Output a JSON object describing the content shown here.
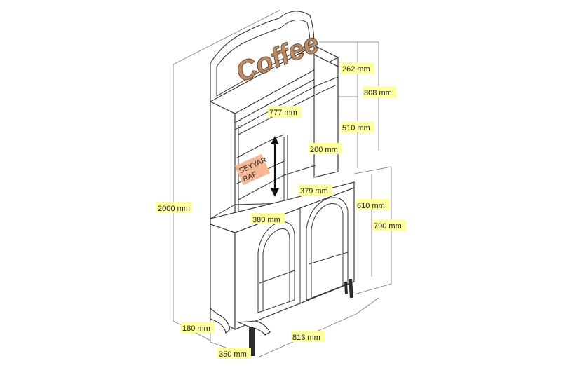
{
  "sign": {
    "text": "Coffee",
    "color": "#b98a64"
  },
  "badge": {
    "line1": "SEYYAR",
    "line2": "RAF",
    "color": "#f4b896"
  },
  "label_color": "#ffffa0",
  "dimensions": {
    "total_height": "2000 mm",
    "top_262": "262 mm",
    "top_808": "808 mm",
    "width_777": "777 mm",
    "shelf_510": "510 mm",
    "shelf_200": "200 mm",
    "depth_379": "379 mm",
    "cabinet_610": "610 mm",
    "cabinet_790": "790 mm",
    "depth_380": "380 mm",
    "leg_180": "180 mm",
    "depth_350": "350 mm",
    "width_813": "813 mm"
  }
}
